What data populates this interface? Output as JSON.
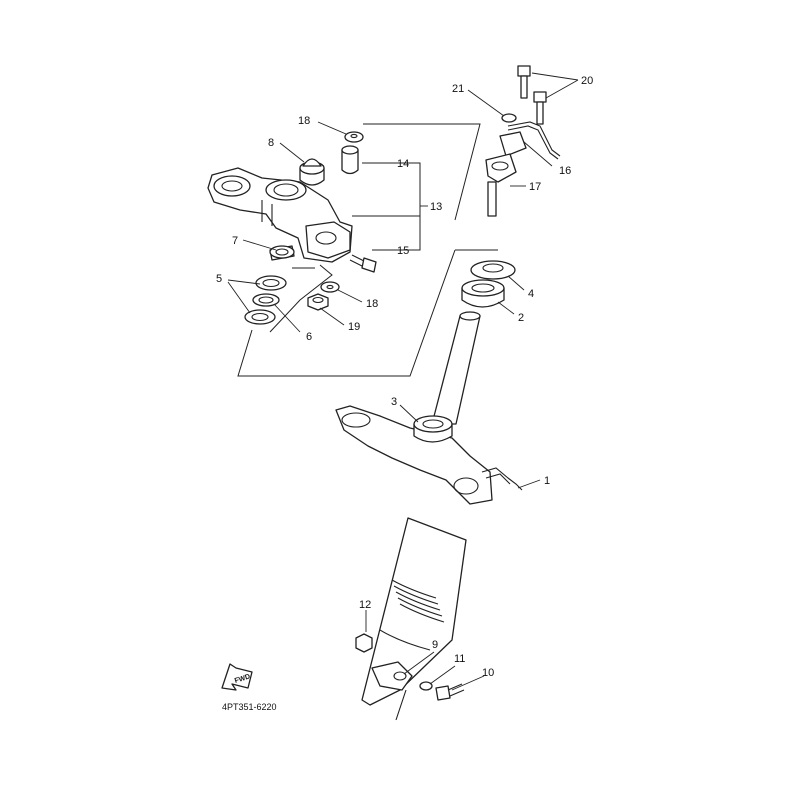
{
  "diagram": {
    "reference_code": "4PT351-6220",
    "forward_indicator": "FWD",
    "part_numbers": {
      "p1": "1",
      "p2": "2",
      "p3": "3",
      "p4": "4",
      "p5": "5",
      "p6": "6",
      "p7": "7",
      "p8": "8",
      "p9": "9",
      "p10": "10",
      "p11": "11",
      "p12": "12",
      "p13": "13",
      "p14": "14",
      "p15": "15",
      "p16": "16",
      "p17": "17",
      "p18a": "18",
      "p18b": "18",
      "p19": "19",
      "p20": "20",
      "p21": "21"
    }
  }
}
